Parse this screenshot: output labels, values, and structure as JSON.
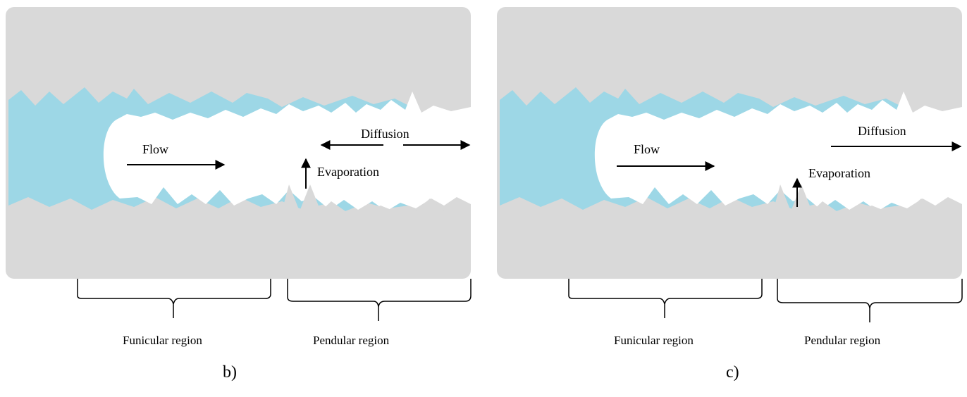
{
  "panels": [
    {
      "caption": "b)",
      "labels": {
        "flow": "Flow",
        "evaporation": "Evaporation",
        "diffusion": "Diffusion",
        "funicular": "Funicular region",
        "pendular": "Pendular region"
      },
      "diffusion_direction": "bidirectional"
    },
    {
      "caption": "c)",
      "labels": {
        "flow": "Flow",
        "evaporation": "Evaporation",
        "diffusion": "Diffusion",
        "funicular": "Funicular region",
        "pendular": "Pendular region"
      },
      "diffusion_direction": "outward"
    }
  ],
  "colors": {
    "solid": "#d9d9d9",
    "liquid": "#9dd7e6",
    "gas": "#ffffff",
    "ink": "#000000"
  }
}
